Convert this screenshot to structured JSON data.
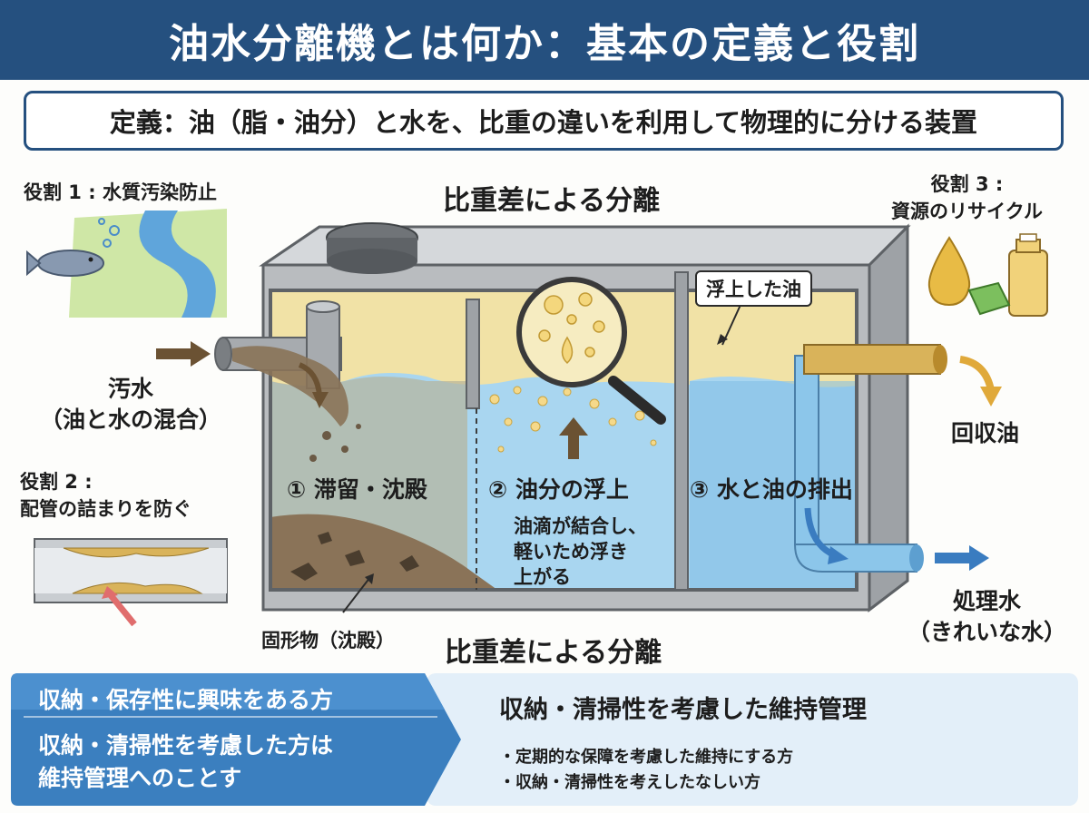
{
  "title": "油水分離機とは何か：基本の定義と役割",
  "definition": "定義：油（脂・油分）と水を、比重の違いを利用して物理的に分ける装置",
  "diagram": {
    "top_label": "比重差による分離",
    "bottom_label": "比重差による分離",
    "inlet_label": "汚水\n（油と水の混合）",
    "stage1": "① 滞留・沈殿",
    "stage2": "② 油分の浮上",
    "stage3": "③ 水と油の排出",
    "stage2_desc": "油滴が結合し、\n軽いため浮き\n上がる",
    "floating_oil": "浮上した油",
    "sediment": "固形物（沈殿）",
    "recovered_oil": "回収油",
    "treated_water": "処理水\n（きれいな水）"
  },
  "roles": {
    "role1": "役割 1 : 水質汚染防止",
    "role2": "役割 2 :\n配管の詰まりを防ぐ",
    "role3": "役割 3 :\n資源のリサイクル"
  },
  "bottom": {
    "left_line1": "収納・保存性に興味をある方",
    "left_line2": "収納・清掃性を考慮した方は\n維持管理へのことす",
    "right_heading": "収納・清掃性を考慮した維持管理",
    "right_bullet1": "・定期的な保障を考慮した維持にする方",
    "right_bullet2": "・収納・清掃性を考えしたなしい方"
  },
  "colors": {
    "header": "#25507f",
    "oil": "#f1e2a6",
    "water": "#a9d6f0",
    "sludge": "#8a7358",
    "arrow_blue": "#3a7cc0",
    "arrow_brown": "#6b5233",
    "arrow_gold": "#e0a93a"
  }
}
